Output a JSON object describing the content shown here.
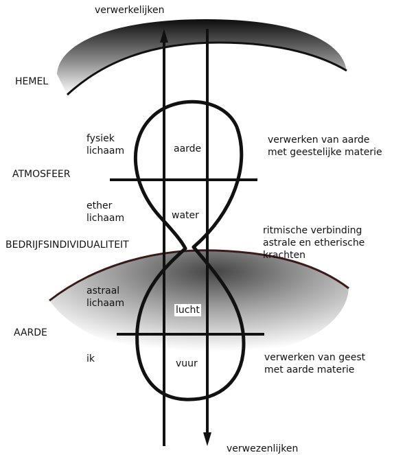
{
  "labels": {
    "top": "verwerkelijken",
    "bottom": "verwezenlijken",
    "hemel": "HEMEL",
    "atmosfeer": "ATMOSFEER",
    "bedrijf": "BEDRIJFSINDIVIDUALITEIT",
    "aarde": "AARDE",
    "fysiek": "fysiek\nlichaam",
    "ether": "ether\nlichaam",
    "astraal": "astraal\nlichaam",
    "ik": "ik",
    "el_aarde": "aarde",
    "el_water": "water",
    "el_lucht": "lucht",
    "el_vuur": "vuur",
    "right1": "verwerken van aarde\nmet geestelijke materie",
    "right2": "ritmische verbinding\nastrale en etherische\nkrachten",
    "right3": "verwerken van geest\nmet aarde materie"
  },
  "colors": {
    "ink": "#111111",
    "dome_dark": "#1a1a1a",
    "earth_rim": "#3a1a1a"
  }
}
